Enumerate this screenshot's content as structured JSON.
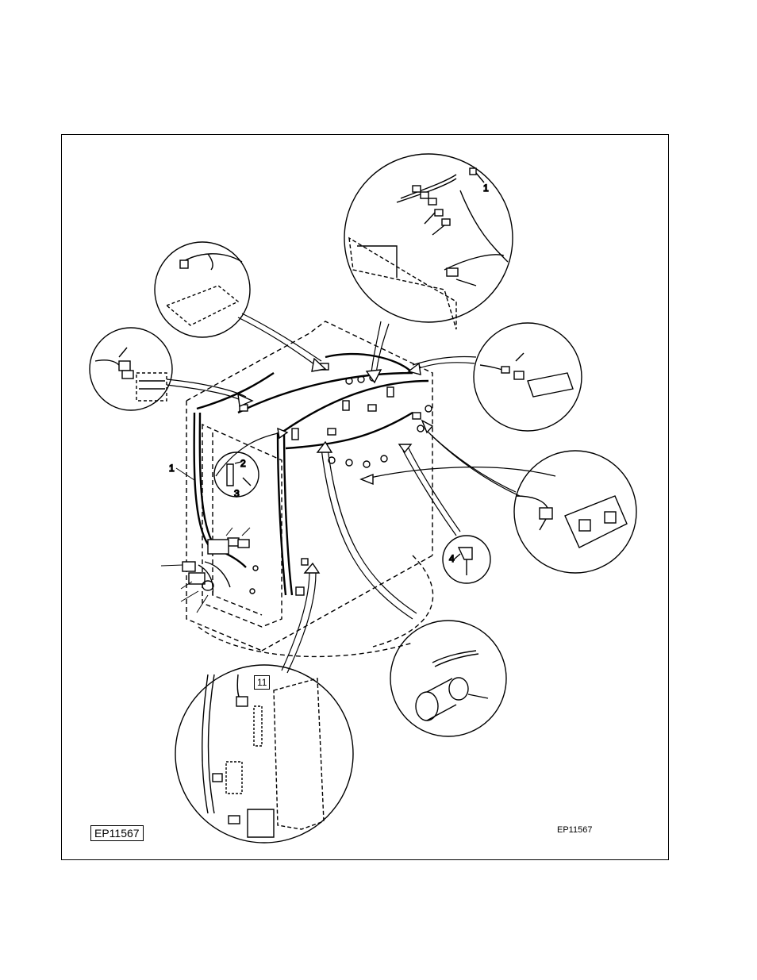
{
  "figure": {
    "id_box": "EP11567",
    "id_plain": "EP11567"
  },
  "callouts": {
    "harness": "1",
    "top_detail_item": "1",
    "clip": "2",
    "screw": "3",
    "bracket": "4",
    "panel_item": "11"
  },
  "colors": {
    "line": "#000000",
    "background": "#ffffff"
  }
}
